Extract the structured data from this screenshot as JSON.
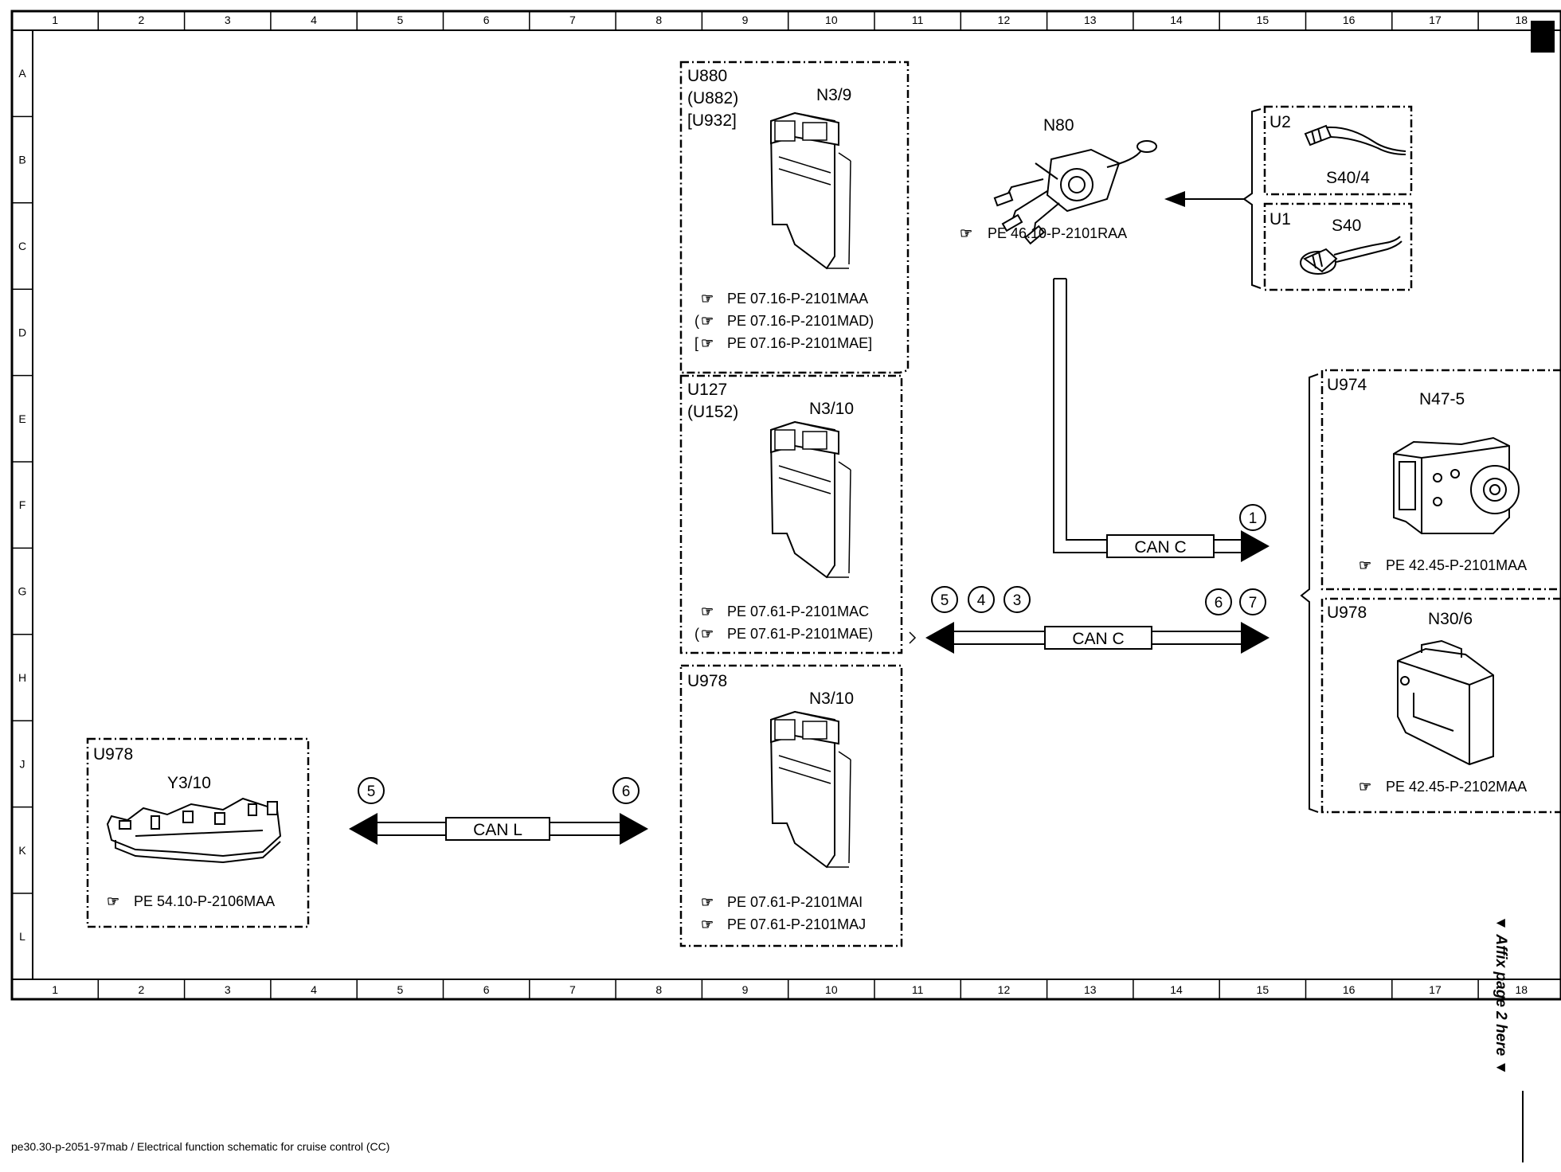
{
  "grid": {
    "columns": [
      "1",
      "2",
      "3",
      "4",
      "5",
      "6",
      "7",
      "8",
      "9",
      "10",
      "11",
      "12",
      "13",
      "14",
      "15",
      "16",
      "17",
      "18"
    ],
    "rows": [
      "A",
      "B",
      "C",
      "D",
      "E",
      "F",
      "G",
      "H",
      "J",
      "K",
      "L"
    ]
  },
  "footer": "pe30.30-p-2051-97mab / Electrical function schematic for cruise control (CC)",
  "affix_note": "Affix page 2 here",
  "components": {
    "n3_9": {
      "codes": [
        "U880",
        "(U882)",
        "[U932]"
      ],
      "name": "N3/9",
      "refs": [
        "PE 07.16-P-2101MAA",
        "PE 07.16-P-2101MAD)",
        "PE 07.16-P-2101MAE]"
      ],
      "ref_prefix": [
        "",
        "(",
        "["
      ]
    },
    "n3_10a": {
      "codes": [
        "U127",
        "(U152)"
      ],
      "name": "N3/10",
      "refs": [
        "PE 07.61-P-2101MAC",
        "PE 07.61-P-2101MAE)"
      ],
      "ref_prefix": [
        "",
        "("
      ]
    },
    "n3_10b": {
      "codes": [
        "U978"
      ],
      "name": "N3/10",
      "refs": [
        "PE 07.61-P-2101MAI",
        "PE 07.61-P-2101MAJ"
      ]
    },
    "y3_10": {
      "code": "U978",
      "name": "Y3/10",
      "ref": "PE 54.10-P-2106MAA"
    },
    "n80": {
      "name": "N80",
      "ref": "PE 46.10-P-2101RAA"
    },
    "s40_4": {
      "code": "U2",
      "name": "S40/4"
    },
    "s40": {
      "code": "U1",
      "name": "S40"
    },
    "n47_5": {
      "code": "U974",
      "name": "N47-5",
      "ref": "PE 42.45-P-2101MAA"
    },
    "n30_6": {
      "code": "U978",
      "name": "N30/6",
      "ref": "PE 42.45-P-2102MAA"
    }
  },
  "buses": {
    "can_c_top": {
      "label": "CAN C",
      "markers": [
        "1"
      ]
    },
    "can_c_mid": {
      "label": "CAN C",
      "markers_left": [
        "5",
        "4",
        "3"
      ],
      "markers_right": [
        "6",
        "7"
      ]
    },
    "can_l": {
      "label": "CAN L",
      "markers_left": [
        "5"
      ],
      "markers_right": [
        "6"
      ]
    }
  }
}
